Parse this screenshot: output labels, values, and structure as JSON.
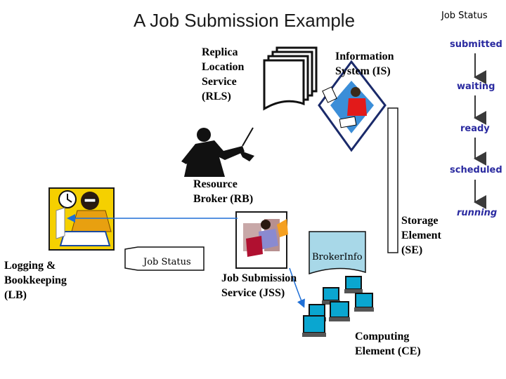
{
  "title": "A Job Submission Example",
  "job_status": {
    "header": "Job Status",
    "states": [
      {
        "label": "submitted"
      },
      {
        "label": "waiting"
      },
      {
        "label": "ready"
      },
      {
        "label": "scheduled"
      },
      {
        "label": "running"
      }
    ]
  },
  "components": {
    "rls": "Replica\nLocation\nService\n(RLS)",
    "is": "Information\nSystem (IS)",
    "rb": "Resource\nBroker (RB)",
    "lb": "Logging &\nBookkeeping\n(LB)",
    "jss": "Job Submission\nService (JSS)",
    "se": "Storage\nElement\n(SE)",
    "ce": "Computing\nElement (CE)"
  },
  "boxes": {
    "job_status": "Job Status",
    "broker_info": "BrokerInfo"
  },
  "colors": {
    "arrow": "#1f6fd6",
    "accent": "#2a2aa0",
    "clipart_yellow": "#f5d000"
  },
  "icons": [
    "documents-icon",
    "worker-at-desk-icon",
    "conductor-icon",
    "librarian-icon",
    "running-person-icon",
    "computer-icon"
  ]
}
